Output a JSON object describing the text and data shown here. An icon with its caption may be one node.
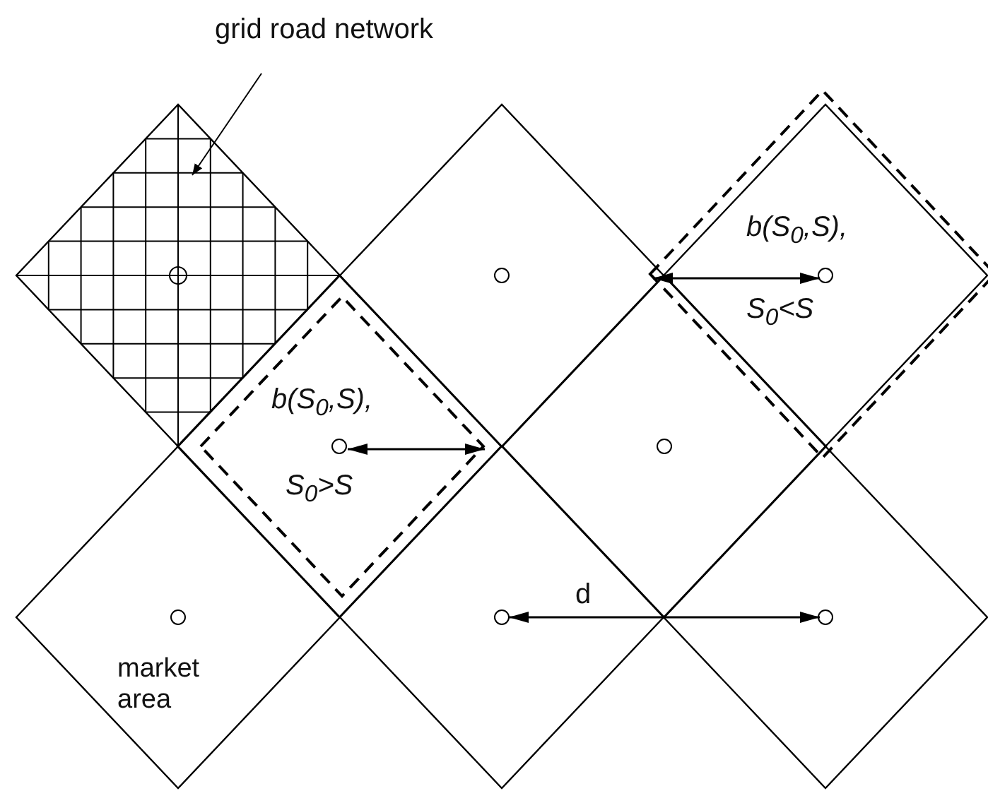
{
  "diagram": {
    "nodes": [
      {
        "text": [
          "grid road network"
        ]
      },
      {
        "text": [],
        "shape": "diamond"
      }
    ],
    "edges": [
      {
        "from": 0,
        "to": 1,
        "arrow": "to"
      }
    ],
    "labels": [
      "b(S$_{0}$,S),",
      "S$_{0}$<S",
      "b(S$_{0}$,S),",
      "S$_{0}$>S",
      "d",
      "market area"
    ]
  }
}
